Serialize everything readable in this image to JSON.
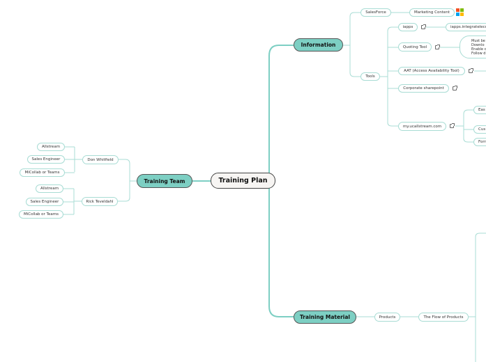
{
  "root": "Training Plan",
  "branches": {
    "information": {
      "label": "Information",
      "salesforce": {
        "label": "SalesForce",
        "child": "Marketing Content",
        "icon": "microsoft-logo-icon"
      },
      "tools": {
        "label": "Tools",
        "items": [
          {
            "label": "iapps",
            "link": "iapps.integrateleco"
          },
          {
            "label": "Quoting Tool",
            "note": "Must be\nDownlo\nEnable c\nFollow d"
          },
          {
            "label": "AAT  (Access Availability Tool)"
          },
          {
            "label": "Corporate sharepoint"
          },
          {
            "label": "my.ucallstream.com",
            "children": [
              "Eas",
              "Cus",
              "Forr"
            ]
          }
        ]
      }
    },
    "training_team": {
      "label": "Training Team",
      "people": [
        {
          "name": "Don Whitfield",
          "roles": [
            "Allstream",
            "Sales Engineer",
            "MiCollab or Teams"
          ]
        },
        {
          "name": "Rick Teveldahl",
          "roles": [
            "Allstream",
            "Sales Engineer",
            "MiCollab or Teams"
          ]
        }
      ]
    },
    "training_material": {
      "label": "Training Material",
      "products": "Products",
      "flow": "The Flow of Products"
    }
  },
  "colors": {
    "accent": "#7dcfc3",
    "line": "#a8dcd4"
  }
}
